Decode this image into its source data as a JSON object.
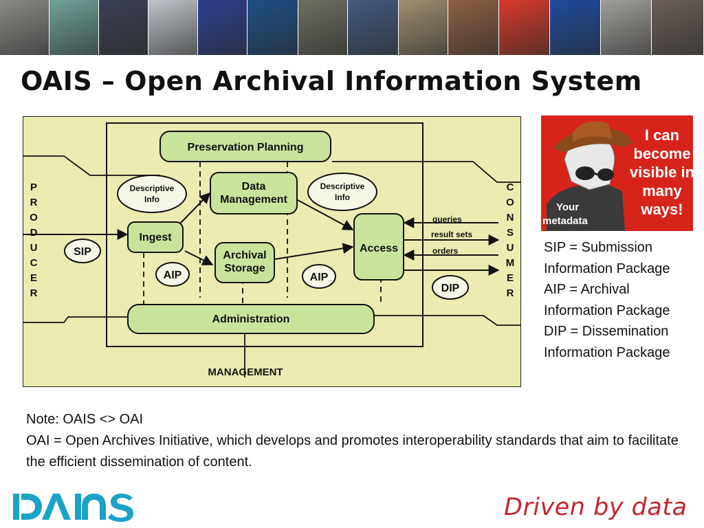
{
  "title": "OAIS – Open Archival Information System",
  "photo_strip": [
    "#8a8a86",
    "#6fa39a",
    "#3a3f52",
    "#bfc4ca",
    "#2c3f8f",
    "#1d4f86",
    "#6e6e62",
    "#445a7e",
    "#9f8f72",
    "#8d5f44",
    "#d83a2a",
    "#1e4a9e",
    "#a09f9b",
    "#6b5f58"
  ],
  "diagram": {
    "preservation_planning": "Preservation Planning",
    "descriptive_info_left": [
      "Descriptive",
      "Info"
    ],
    "descriptive_info_right": [
      "Descriptive",
      "Info"
    ],
    "data_management": [
      "Data",
      "Management"
    ],
    "ingest": "Ingest",
    "archival_storage": [
      "Archival",
      "Storage"
    ],
    "access": "Access",
    "administration": "Administration",
    "management": "MANAGEMENT",
    "sip": "SIP",
    "aip_left": "AIP",
    "aip_right": "AIP",
    "dip": "DIP",
    "queries": "queries",
    "result_sets": "result sets",
    "orders": "orders",
    "producer": [
      "P",
      "R",
      "O",
      "D",
      "U",
      "C",
      "E",
      "R"
    ],
    "consumer": [
      "C",
      "O",
      "N",
      "S",
      "U",
      "M",
      "E",
      "R"
    ]
  },
  "poster": {
    "headline": [
      "I can",
      "become",
      "visible in",
      "many",
      "ways!"
    ],
    "caption": [
      "Your",
      "metadata"
    ]
  },
  "legend": [
    "SIP = Submission",
    "Information Package",
    "AIP = Archival",
    "Information Package",
    "DIP = Dissemination",
    "Information Package"
  ],
  "note": {
    "line1": "Note: OAIS <> OAI",
    "line2": "OAI = Open Archives Initiative, which develops and promotes interoperability standards that aim to facilitate the efficient dissemination of content."
  },
  "logo": {
    "text": "DANS",
    "color": "#1aa3c7"
  },
  "tagline": "Driven by data",
  "colors": {
    "diagram_bg": "#ecebb0",
    "box_fill": "#c9e39a",
    "poster_bg": "#d7241b",
    "tagline": "#c3262e"
  }
}
